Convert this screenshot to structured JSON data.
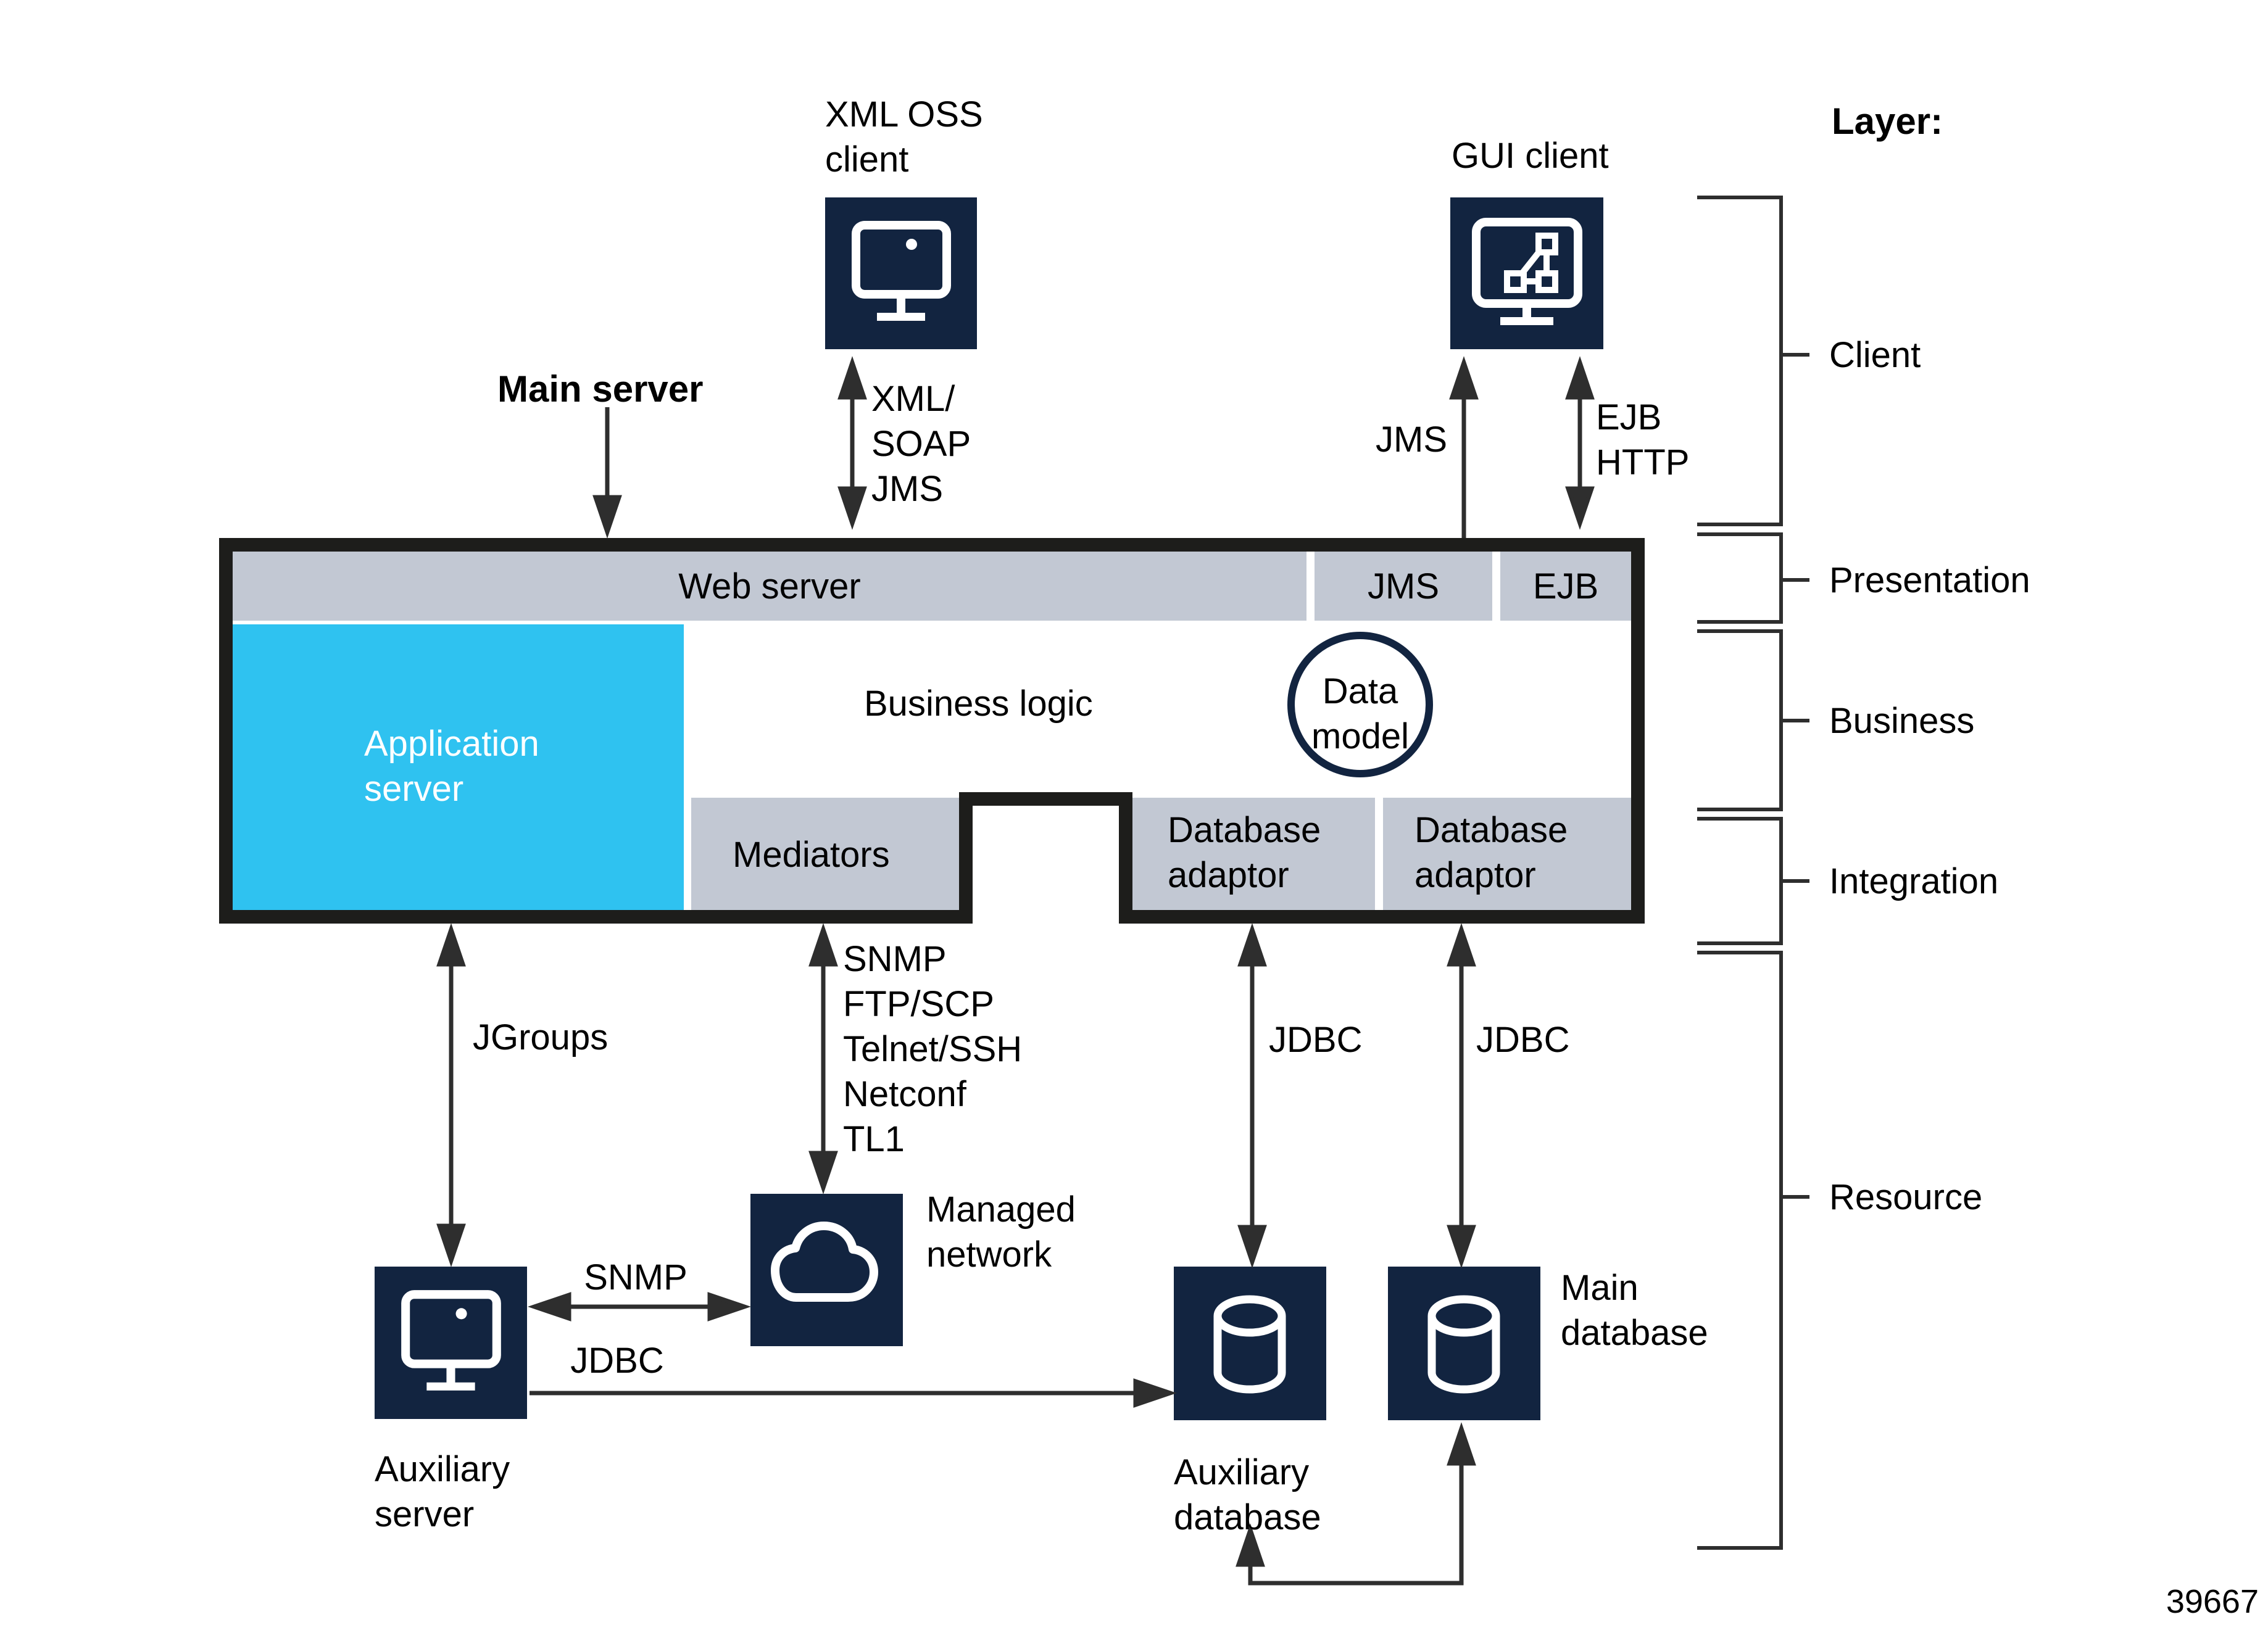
{
  "clients": {
    "xml_oss_label": "XML OSS\nclient",
    "gui_label": "GUI client"
  },
  "main_server_label": "Main server",
  "server_box": {
    "web_server": "Web server",
    "jms_segment": "JMS",
    "ejb_segment": "EJB",
    "application_server": "Application\nserver",
    "business_logic": "Business logic",
    "data_model": "Data\nmodel",
    "mediators": "Mediators",
    "database_adaptor_1": "Database\nadaptor",
    "database_adaptor_2": "Database\nadaptor"
  },
  "connections": {
    "xml_soap_jms": "XML/\nSOAP\nJMS",
    "jms": "JMS",
    "ejb_http": "EJB\nHTTP",
    "jgroups": "JGroups",
    "snmp_stack": "SNMP\nFTP/SCP\nTelnet/SSH\nNetconf\nTL1",
    "jdbc_left": "JDBC",
    "jdbc_right": "JDBC",
    "snmp_horizontal": "SNMP",
    "jdbc_horizontal": "JDBC"
  },
  "resources": {
    "managed_network": "Managed\nnetwork",
    "auxiliary_server": "Auxiliary\nserver",
    "auxiliary_database": "Auxiliary\ndatabase",
    "main_database": "Main\ndatabase"
  },
  "layers": {
    "title": "Layer:",
    "items": [
      "Client",
      "Presentation",
      "Business",
      "Integration",
      "Resource"
    ]
  },
  "figure_number": "39667",
  "icons": [
    "monitor-icon",
    "gui-monitor-icon",
    "cloud-icon",
    "database-icon"
  ],
  "colors": {
    "navy": "#122440",
    "cyan": "#2fc2f0",
    "gray": "#c2c8d3",
    "border": "#1d1d1b",
    "line": "#2e2e2e"
  }
}
